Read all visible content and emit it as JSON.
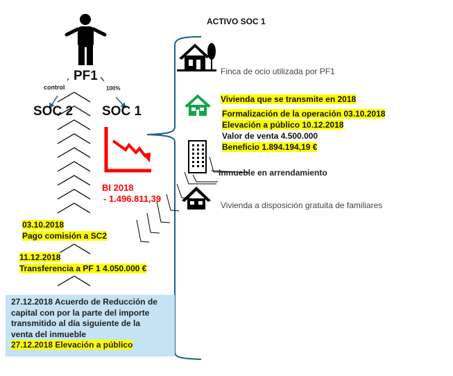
{
  "left": {
    "person_label": "PF1",
    "control_label": "control",
    "pct_label": "100%",
    "soc2": "SOC 2",
    "soc1": "SOC 1",
    "bi_title": "BI 2018",
    "bi_value": "- 1.496.811,39",
    "event1_date": "03.10.2018",
    "event1_text": "Pago comisión a SC2",
    "event2_date": "11.12.2018",
    "event2_text": "Transferencia a PF 1 4.050.000 €",
    "box_lines": [
      "27.12.2018 Acuerdo de Reducción de",
      "capital con  por la parte del importe",
      "transmitido al día siguiente de la",
      "venta del inmueble"
    ],
    "box_highlight": "27.12.2018 Elevación a público"
  },
  "right": {
    "title": "ACTIVO SOC 1",
    "asset1": "Finca de ocio utilizada por PF1",
    "asset2_title": "Vivienda que se transmite en 2018",
    "asset2_formalizacion": "Formalización de la operación 03.10.2018",
    "asset2_elevacion": "Elevación a público 10.12.2018",
    "asset2_valor": "Valor de venta 4.500.000",
    "asset2_beneficio": "Beneficio 1.894.194,19 €",
    "asset3": "Inmueble en arrendamiento",
    "asset4": "Vivienda a disposición gratuita de familiares"
  },
  "colors": {
    "brace": "#1f5f85",
    "green": "#16a34a",
    "red": "#ff0000",
    "highlight": "#ffff00",
    "box": "#c5e3f3"
  }
}
